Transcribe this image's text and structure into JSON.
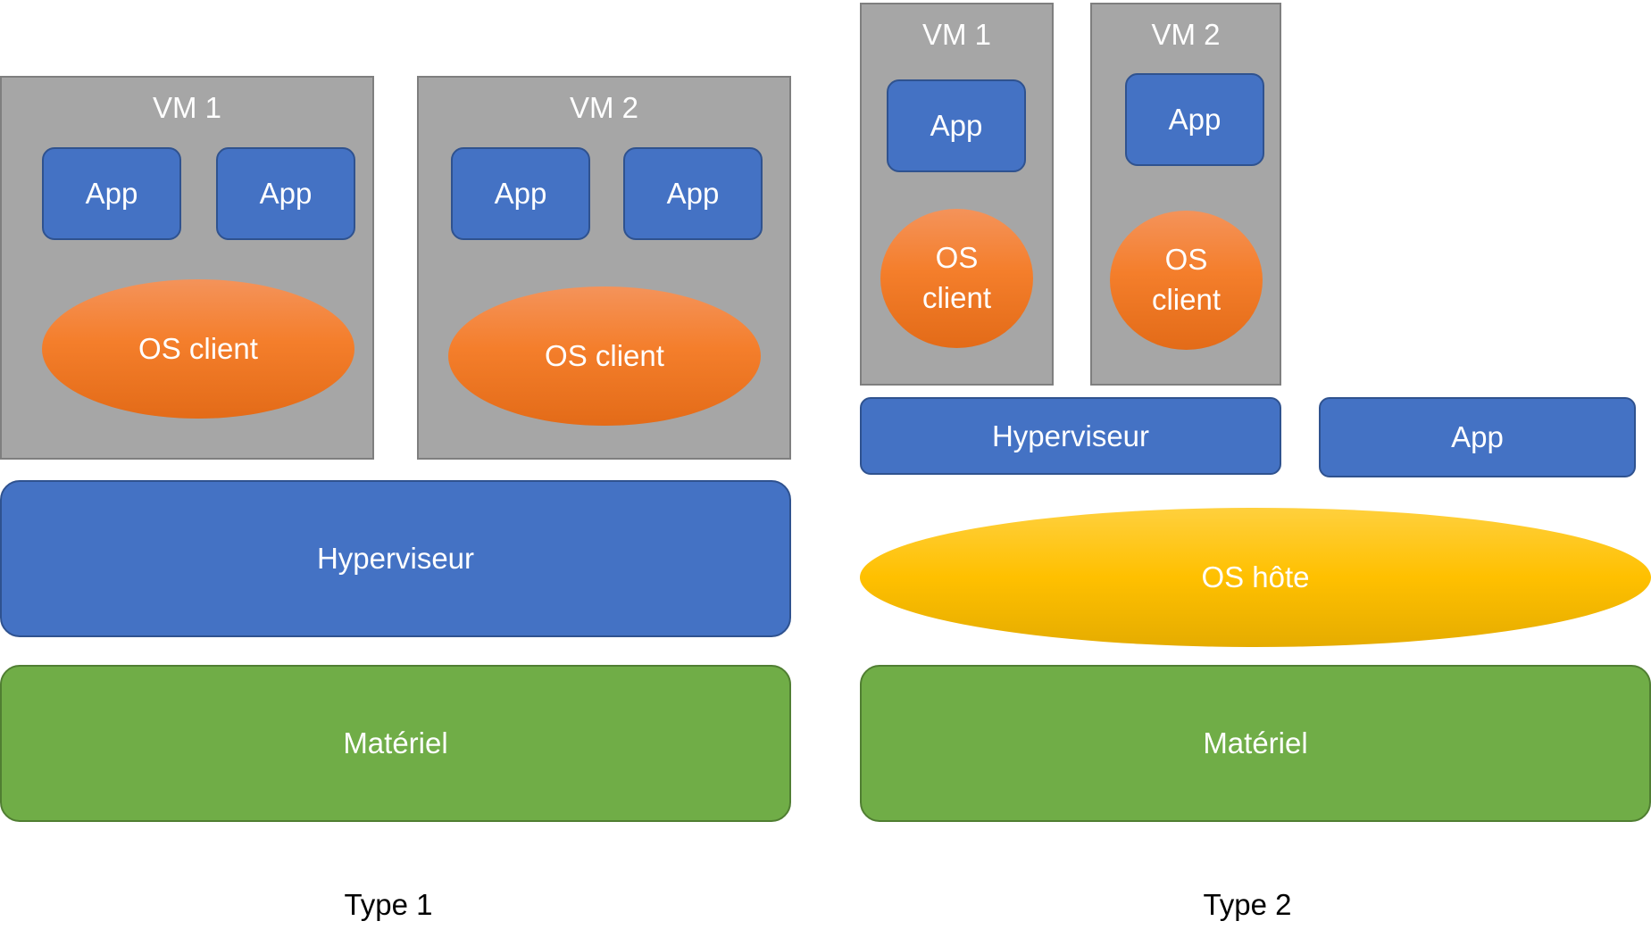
{
  "type1": {
    "caption": "Type 1",
    "vm1": {
      "label": "VM 1",
      "apps": [
        "App",
        "App"
      ],
      "os": "OS client"
    },
    "vm2": {
      "label": "VM 2",
      "apps": [
        "App",
        "App"
      ],
      "os": "OS client"
    },
    "hypervisor": "Hyperviseur",
    "hardware": "Matériel"
  },
  "type2": {
    "caption": "Type 2",
    "vm1": {
      "label": "VM 1",
      "app": "App",
      "os": "OS client"
    },
    "vm2": {
      "label": "VM 2",
      "app": "App",
      "os": "OS client"
    },
    "hypervisor": "Hyperviseur",
    "host_app": "App",
    "host_os": "OS hôte",
    "hardware": "Matériel"
  },
  "colors": {
    "vm": "#a6a6a6",
    "app": "#4472c4",
    "os_client": "#f47e2b",
    "host_os": "#ffc000",
    "hardware": "#70ad47"
  }
}
